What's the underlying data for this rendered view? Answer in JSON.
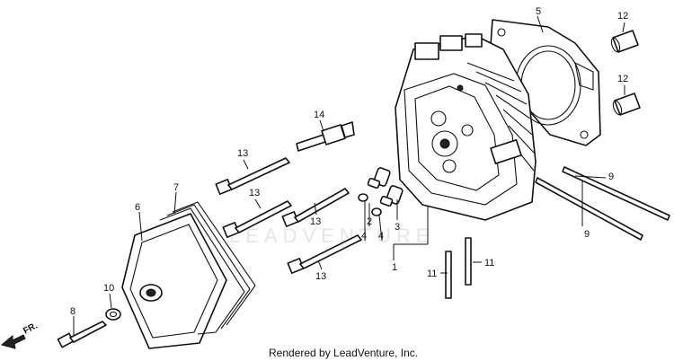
{
  "callouts": {
    "c1": "1",
    "c2": "2",
    "c3": "3",
    "c4a": "4",
    "c4b": "4",
    "c5": "5",
    "c6": "6",
    "c7": "7",
    "c8": "8",
    "c9a": "9",
    "c9b": "9",
    "c10": "10",
    "c11a": "11",
    "c11b": "11",
    "c12a": "12",
    "c12b": "12",
    "c13a": "13",
    "c13b": "13",
    "c13c": "13",
    "c13d": "13",
    "c14": "14"
  },
  "watermark": "LEADVENTURE",
  "front_label": "FR.",
  "caption": "Rendered by LeadVenture, Inc.",
  "colors": {
    "line": "#111111",
    "background": "#ffffff",
    "watermark": "#e6e6e6"
  }
}
